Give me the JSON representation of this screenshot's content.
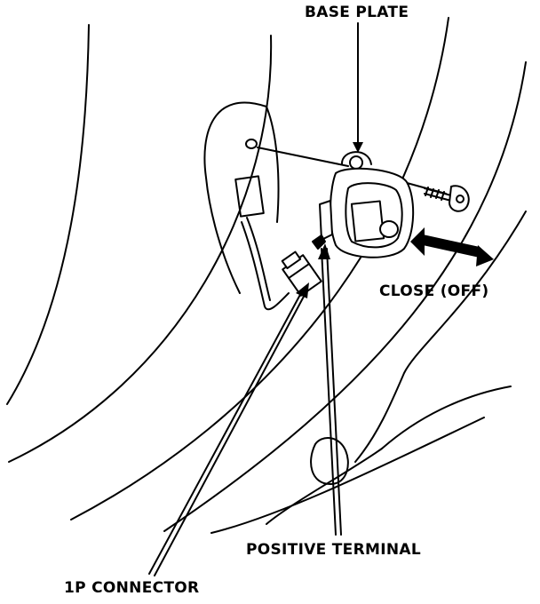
{
  "labels": {
    "base_plate": "BASE PLATE",
    "close_off": "CLOSE (OFF)",
    "positive_terminal": "POSITIVE TERMINAL",
    "connector_1p": "1P CONNECTOR"
  },
  "colors": {
    "ink": "#000000",
    "background": "#ffffff"
  }
}
